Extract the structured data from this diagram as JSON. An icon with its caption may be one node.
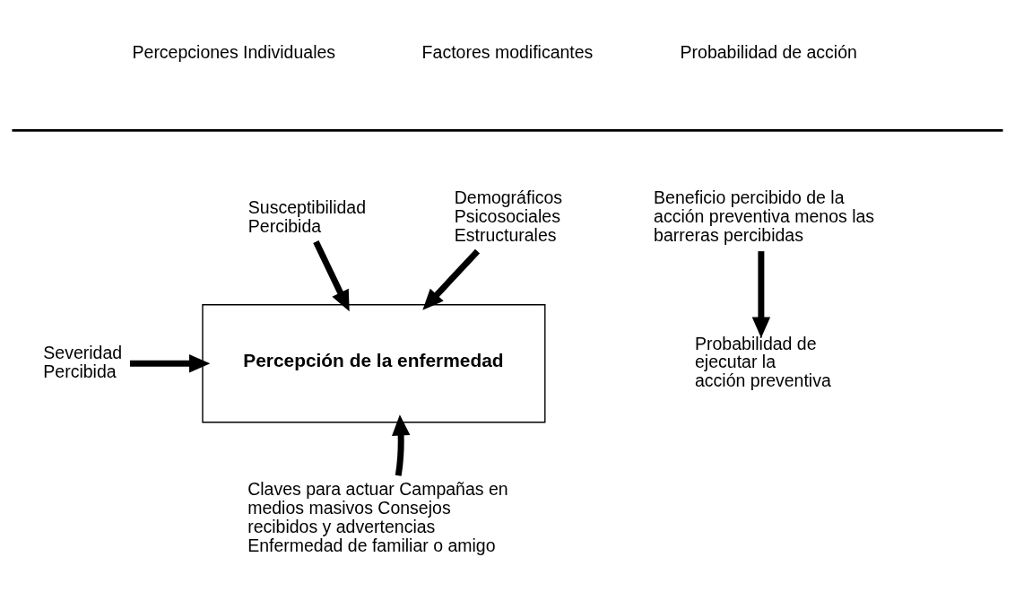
{
  "diagram": {
    "nodes": [
      {
        "text": [
          "Susceptibilidad Percibida"
        ]
      },
      {
        "text": [
          "Severidad Percibida"
        ]
      },
      {
        "text": [
          "Demográficos Psicosociales Estructurales"
        ]
      },
      {
        "text": [
          "Percepción de la enfermedad"
        ]
      },
      {
        "text": [
          "Claves para actuar Campañas en medios masivos Consejos recibidos y advertencias Enfermedad de familiar o amigo"
        ]
      },
      {
        "text": [
          "Beneficio percibido de la acción preventiva menos las barreras percibidas"
        ]
      },
      {
        "text": [
          "Probabilidad de ejecutar la acción preventiva"
        ]
      }
    ],
    "edges": [
      {
        "from": 0,
        "to": 3,
        "arrow": "to"
      },
      {
        "from": 1,
        "to": 3,
        "arrow": "to"
      },
      {
        "from": 2,
        "to": 3,
        "arrow": "to"
      },
      {
        "from": 4,
        "to": 3,
        "arrow": "to"
      },
      {
        "from": 5,
        "to": 6,
        "arrow": "to"
      }
    ],
    "labels": [
      "Percepciones Individuales",
      "Factores modificantes",
      "Probabilidad de acción"
    ]
  }
}
